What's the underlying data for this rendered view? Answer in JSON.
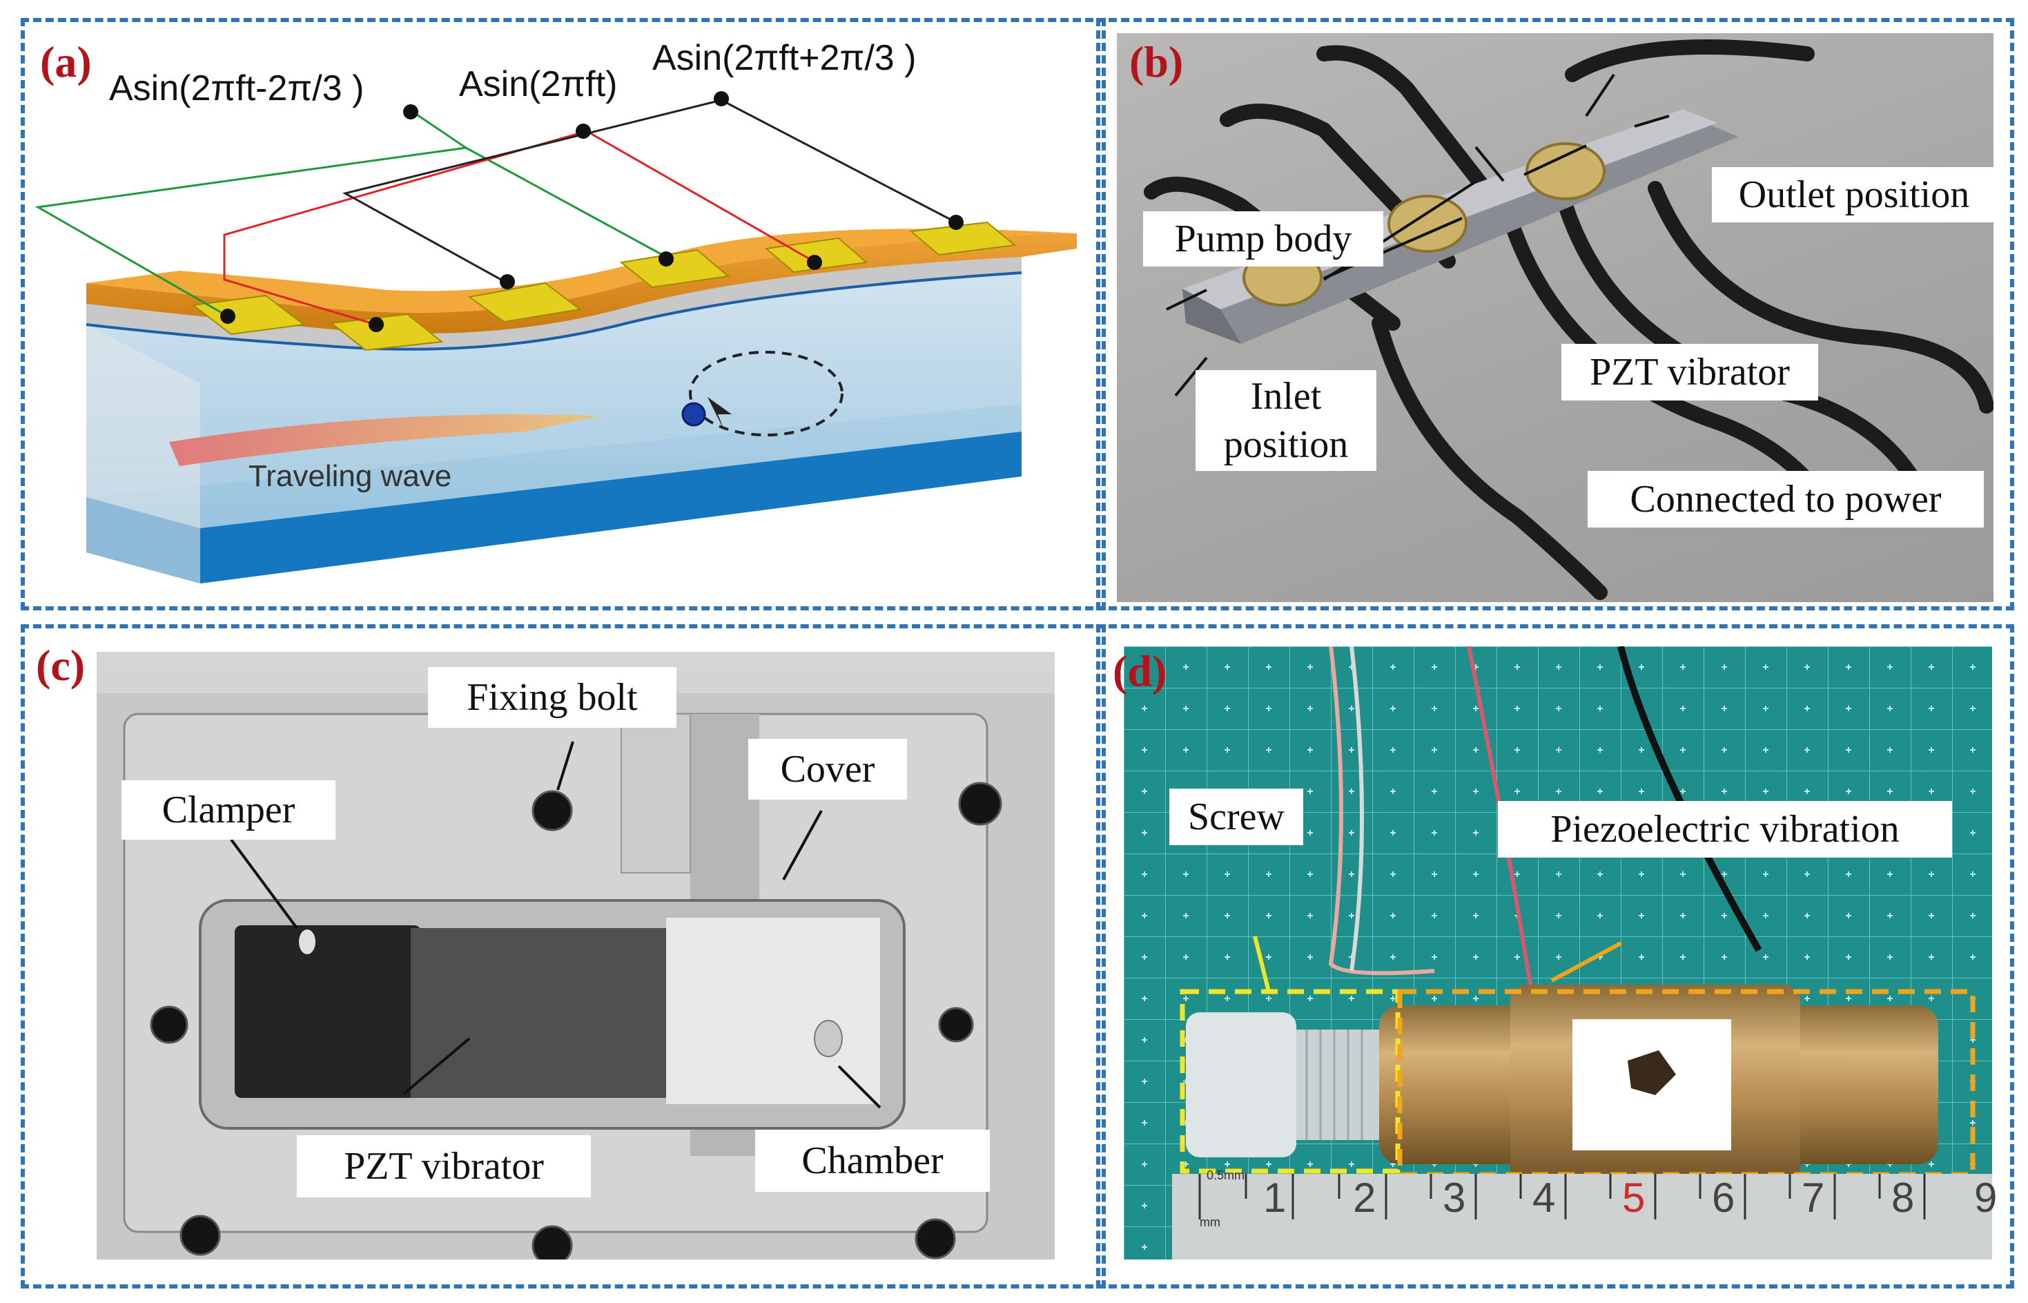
{
  "panels": {
    "a": {
      "letter": "(a)",
      "formulas": [
        "Asin(2πft-2π/3 )",
        "Asin(2πft)",
        "Asin(2πft+2π/3 )"
      ],
      "wave_label": "Traveling wave"
    },
    "b": {
      "letter": "(b)",
      "labels": {
        "pump_body": "Pump body",
        "outlet": "Outlet position",
        "pzt": "PZT vibrator",
        "inlet_line1": "Inlet",
        "inlet_line2": "position",
        "power": "Connected to power"
      }
    },
    "c": {
      "letter": "(c)",
      "labels": {
        "fixing_bolt": "Fixing bolt",
        "cover": "Cover",
        "clamper": "Clamper",
        "pzt": "PZT vibrator",
        "chamber": "Chamber"
      }
    },
    "d": {
      "letter": "(d)",
      "labels": {
        "screw": "Screw",
        "piezo": "Piezoelectric vibration"
      },
      "ruler_numbers": [
        "1",
        "2",
        "3",
        "4",
        "5",
        "6",
        "7",
        "8",
        "9"
      ],
      "ruler_small": [
        "0.5mm",
        "mm"
      ]
    }
  },
  "colors": {
    "border": "#2f74b5",
    "letter": "#b3141b",
    "wire_green": "#1f9a3a",
    "wire_red": "#e0242a",
    "wire_black": "#222222",
    "dashed_yellow": "#f1e52a",
    "dashed_orange": "#f2a51c"
  }
}
